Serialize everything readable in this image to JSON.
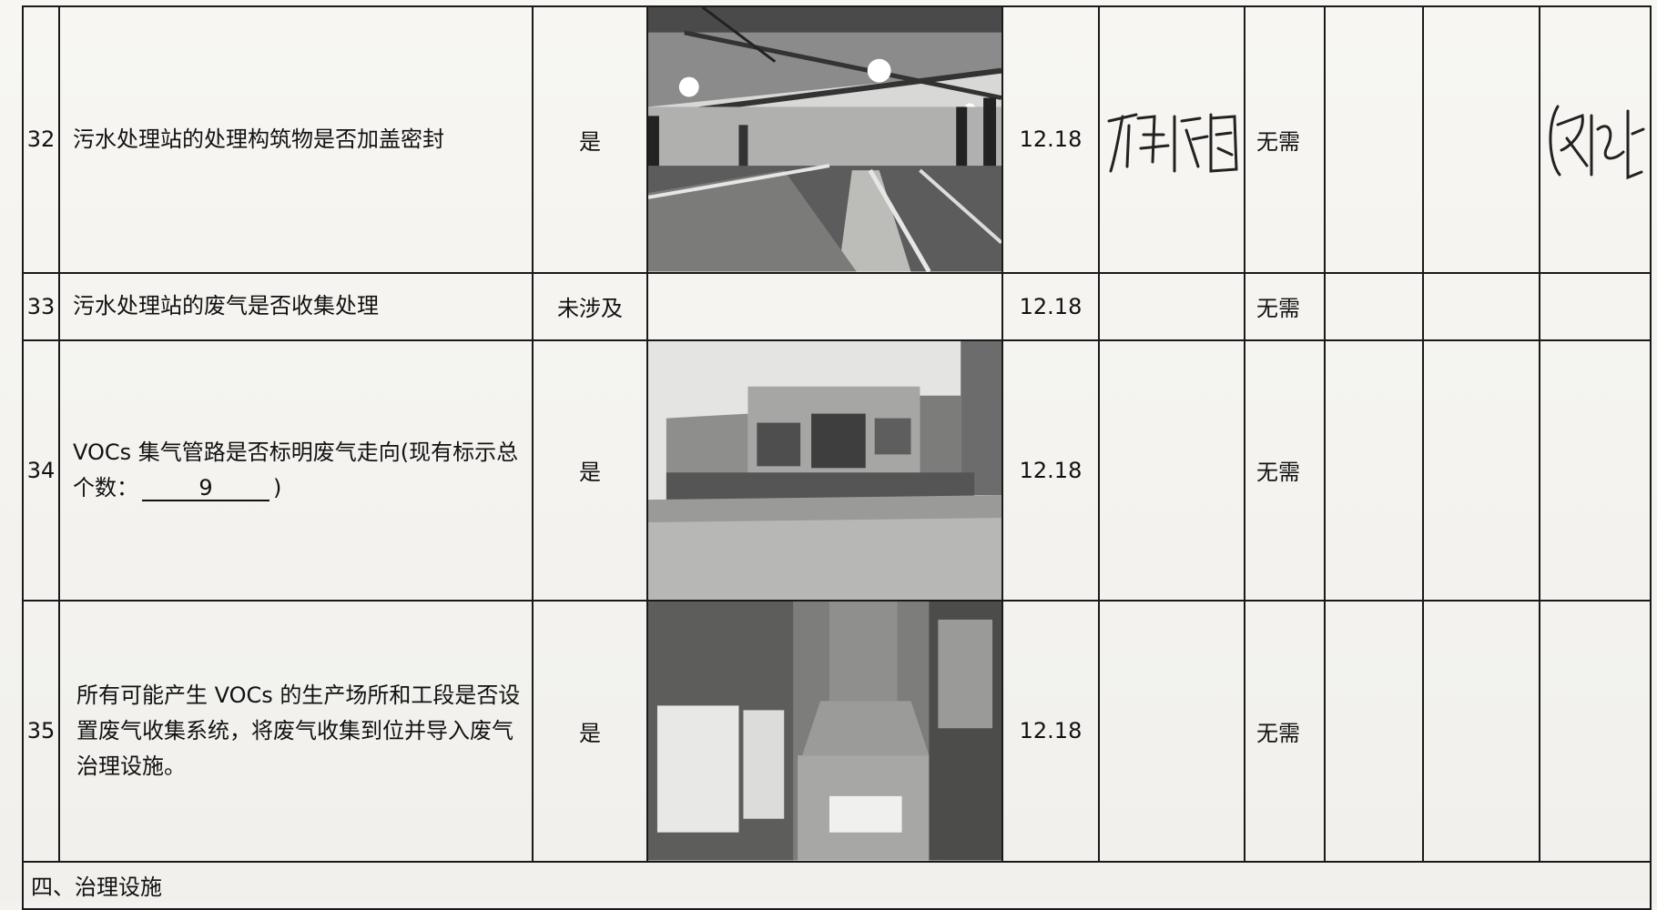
{
  "rows": [
    {
      "no": "32",
      "item": "污水处理站的处理构筑物是否加盖密封",
      "answer": "是",
      "date": "12.18",
      "rectification": "无需",
      "signature_1": "吕淮阳",
      "signature_2": "包承约"
    },
    {
      "no": "33",
      "item": "污水处理站的废气是否收集处理",
      "answer": "未涉及",
      "date": "12.18",
      "rectification": "无需"
    },
    {
      "no": "34",
      "item_prefix": "VOCs 集气管路是否标明废气走向(现有标示总个数：",
      "item_value": "9",
      "item_suffix": ")",
      "answer": "是",
      "date": "12.18",
      "rectification": "无需"
    },
    {
      "no": "35",
      "item": "所有可能产生 VOCs 的生产场所和工段是否设置废气收集系统，将废气收集到位并导入废气治理设施。",
      "answer": "是",
      "date": "12.18",
      "rectification": "无需"
    }
  ],
  "section_title": "四、治理设施",
  "icons": {
    "photo_32": "treatment-tank-photo",
    "photo_34": "factory-building-photo",
    "photo_35": "exhaust-hood-photo"
  }
}
